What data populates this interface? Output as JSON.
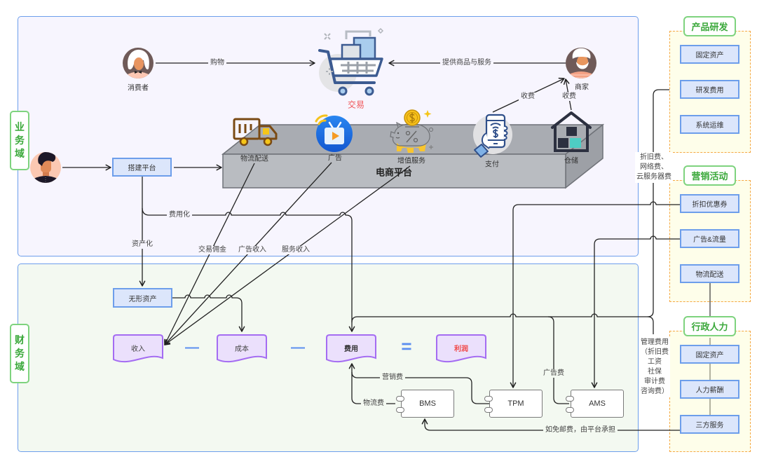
{
  "domains": {
    "business": "业务域",
    "finance": "财务域"
  },
  "actors": {
    "consumer": {
      "label": "消费者",
      "icon": "consumer-avatar"
    },
    "merchant": {
      "label": "商家",
      "icon": "merchant-avatar"
    },
    "builder": {
      "icon": "developer-avatar"
    }
  },
  "transaction": {
    "label": "交易",
    "icon": "shopping-cart-icon"
  },
  "build_platform": {
    "label": "搭建平台"
  },
  "platform": {
    "label": "电商平台",
    "services": [
      {
        "label": "物流配送",
        "icon": "delivery-truck-icon"
      },
      {
        "label": "广告",
        "icon": "tv-advertising-icon"
      },
      {
        "label": "增值服务",
        "icon": "piggy-bank-icon"
      },
      {
        "label": "支付",
        "icon": "mobile-payment-icon"
      },
      {
        "label": "仓储",
        "icon": "warehouse-icon"
      }
    ]
  },
  "business_edges": {
    "shopping": "购物",
    "provide_goods": "提供商品与服务",
    "charge_payment": "收费",
    "charge_warehouse": "收费",
    "expensing": "费用化",
    "capitalizing": "资产化",
    "commission": "交易佣金",
    "ad_revenue": "广告收入",
    "service_revenue": "服务收入"
  },
  "finance": {
    "intangible_assets": "无形资产",
    "equation": {
      "income": "收入",
      "cost": "成本",
      "expense": "费用",
      "profit": "利润",
      "operators": [
        "—",
        "—",
        "="
      ]
    },
    "systems": [
      "BMS",
      "TPM",
      "AMS"
    ],
    "edges": {
      "marketing_fee": "营销费",
      "logistics_fee": "物流费",
      "ad_fee": "广告费",
      "free_shipping": "如免邮费，由平台承担"
    }
  },
  "cost_centers": [
    {
      "title": "产品研发",
      "items": [
        "固定资产",
        "研发费用",
        "系统运维"
      ],
      "edge_label": [
        "折旧费、",
        "网络费、",
        "云服务器费"
      ]
    },
    {
      "title": "营销活动",
      "items": [
        "折扣优惠券",
        "广告&流量",
        "物流配送"
      ]
    },
    {
      "title": "行政人力",
      "items": [
        "固定资产",
        "人力薪酬",
        "三方服务"
      ],
      "edge_label": [
        "管理费用",
        "（折旧费",
        "工资",
        "社保",
        "审计费",
        "咨询费）"
      ]
    }
  ],
  "colors": {
    "domain_border": "#6d9eeb",
    "business_fill": "#f7f5fe",
    "finance_fill": "#f3f9f1",
    "domain_tag_text": "#3aa83a",
    "node_fill": "#dce6fb",
    "document_border": "#a46cf2",
    "document_fill": "#ebe0fc",
    "profit_text": "#f04848",
    "transaction_text": "#f0575a",
    "operator": "#5b8ef0",
    "group_dashed_border": "#f5a742",
    "group_fill": "#fefeea"
  }
}
